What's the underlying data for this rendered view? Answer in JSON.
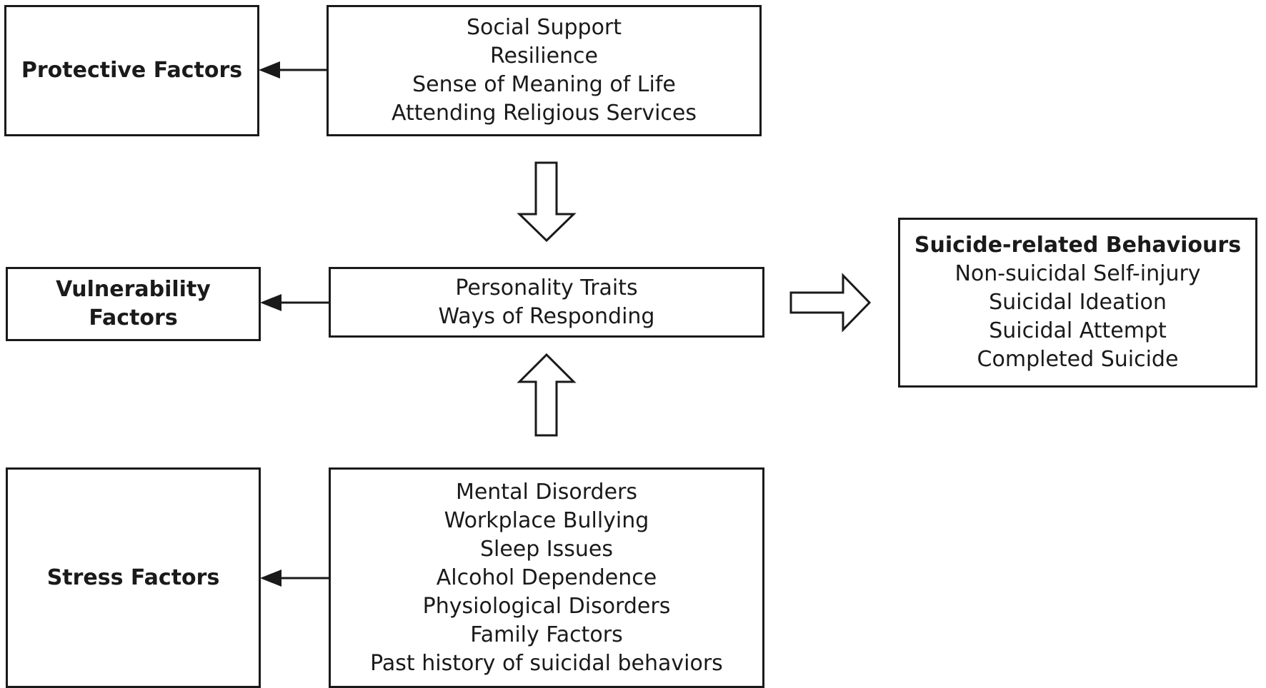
{
  "protective": {
    "label": "Protective Factors",
    "items": [
      "Social Support",
      "Resilience",
      "Sense of Meaning of Life",
      "Attending Religious Services"
    ]
  },
  "vulnerability": {
    "label_lines": [
      "Vulnerability",
      "Factors"
    ],
    "items": [
      "Personality Traits",
      "Ways of Responding"
    ]
  },
  "stress": {
    "label": "Stress Factors",
    "items": [
      "Mental Disorders",
      "Workplace Bullying",
      "Sleep Issues",
      "Alcohol Dependence",
      "Physiological Disorders",
      "Family Factors",
      "Past history of suicidal behaviors"
    ]
  },
  "outcome": {
    "title": "Suicide-related Behaviours",
    "items": [
      "Non-suicidal Self-injury",
      "Suicidal Ideation",
      "Suicidal Attempt",
      "Completed Suicide"
    ]
  },
  "colors": {
    "stroke": "#1a1a1a",
    "background": "#ffffff"
  }
}
